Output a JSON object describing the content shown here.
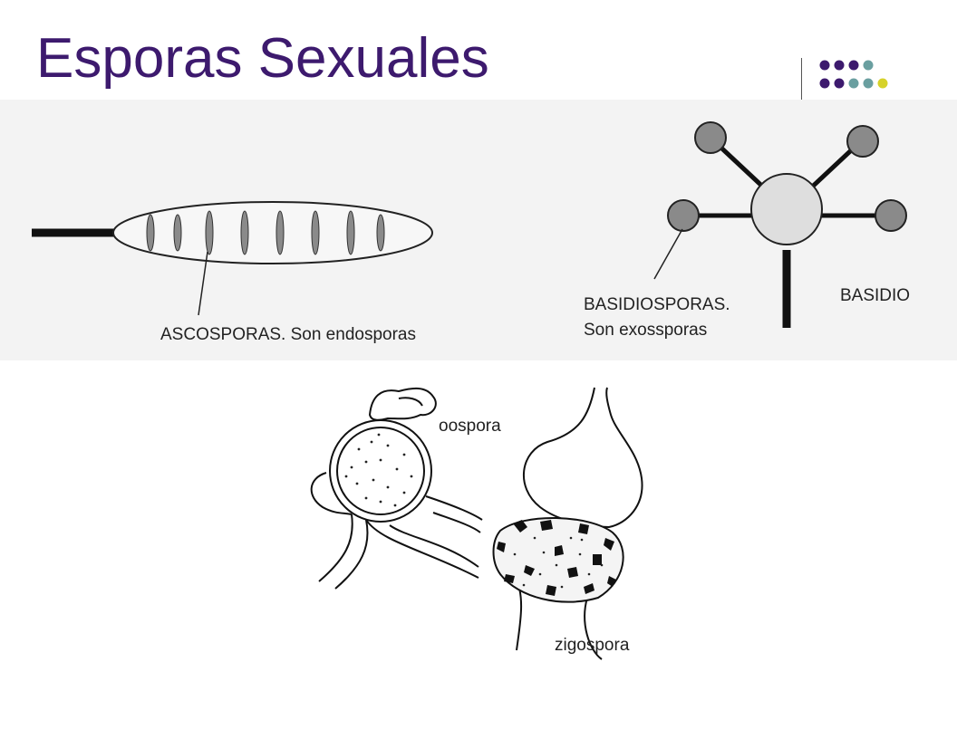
{
  "slide": {
    "title": "Esporas Sexuales"
  },
  "colors": {
    "title": "#3d1a6e",
    "dots_purple": "#3d1a6e",
    "dots_teal": "#6a9fa0",
    "dots_yellow": "#d6d22a",
    "band_bg": "#f3f3f3",
    "spore_gray": "#8a8a8a",
    "basidio_body": "#dedede"
  },
  "ascus": {
    "label": "ASCOSPORAS. Son endosporas"
  },
  "basidium": {
    "label_line1": "BASIDIOSPORAS.",
    "label_line2": "Son exossporas",
    "body_label": "BASIDIO"
  },
  "lower": {
    "oospora_label": "oospora",
    "zigospora_label": "zigospora"
  }
}
